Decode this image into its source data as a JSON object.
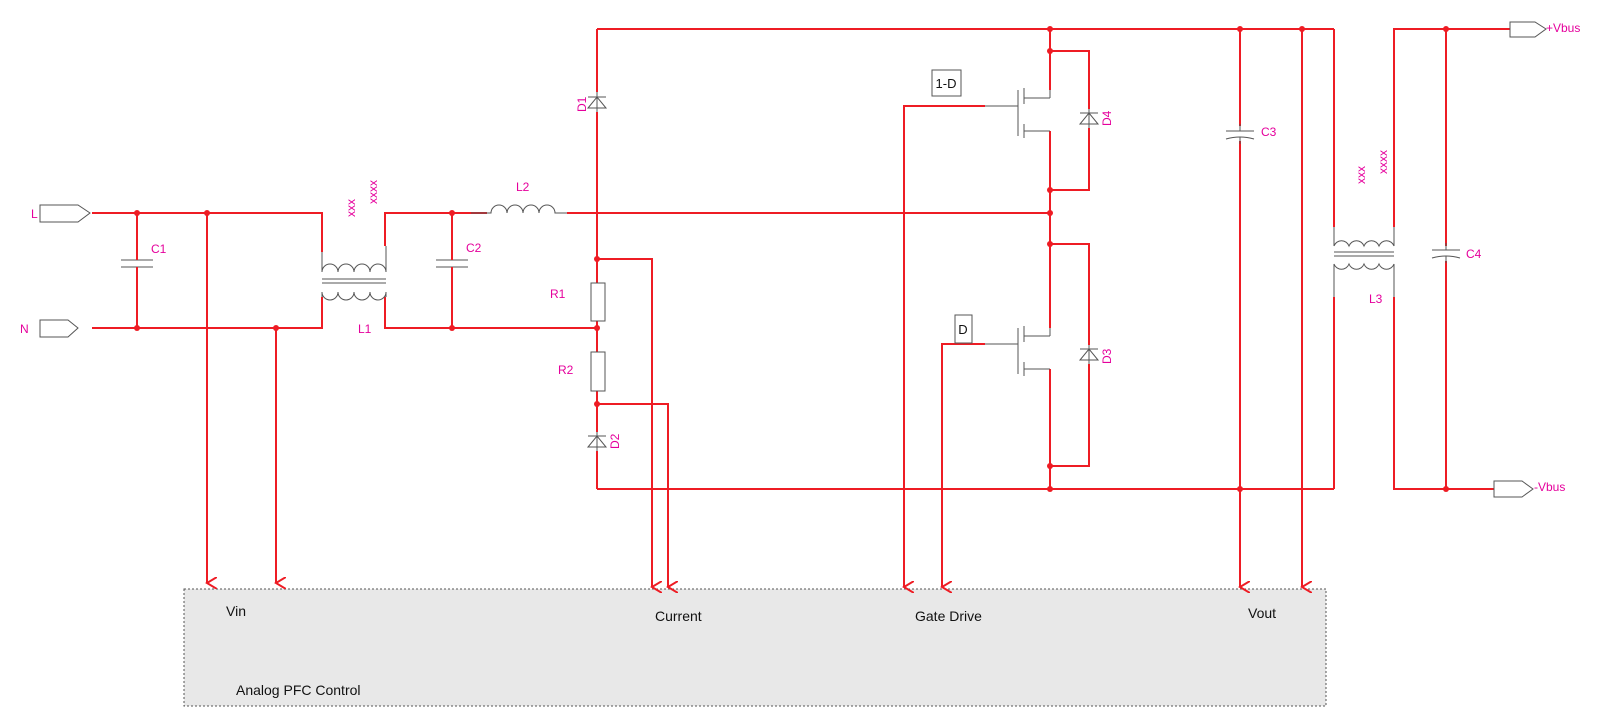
{
  "colors": {
    "wire": "#ee1c24",
    "component": "#555555",
    "label": "#e5009c",
    "control_fill": "#e8e8e8",
    "control_border": "#555555",
    "text": "#111111"
  },
  "ports": {
    "line": "L",
    "neutral": "N",
    "vbus_plus": "+Vbus",
    "vbus_minus": "-Vbus"
  },
  "components": {
    "c1": "C1",
    "c2": "C2",
    "c3": "C3",
    "c4": "C4",
    "l1": "L1",
    "l2": "L2",
    "l3": "L3",
    "r1": "R1",
    "r2": "R2",
    "d1": "D1",
    "d2": "D2",
    "d3": "D3",
    "d4": "D4"
  },
  "transformer_marks": {
    "l1_primary": "xxx",
    "l1_secondary": "xxxx",
    "l3_primary": "xxx",
    "l3_secondary": "xxxx"
  },
  "gate_signals": {
    "upper": "1-D",
    "lower": "D"
  },
  "control_block": {
    "title": "Analog PFC Control",
    "vin": "Vin",
    "current": "Current",
    "gate_drive": "Gate Drive",
    "vout": "Vout"
  }
}
